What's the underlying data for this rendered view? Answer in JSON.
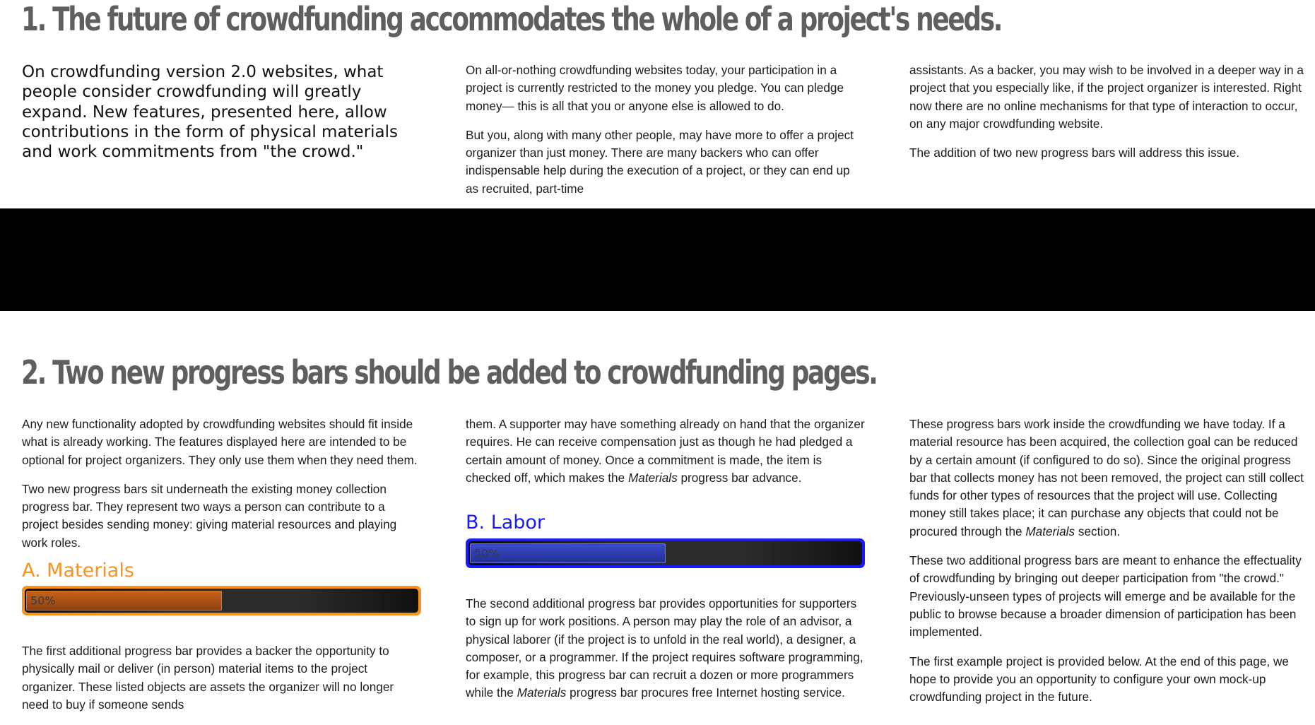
{
  "section1": {
    "title": "1. The future of crowdfunding accommodates the whole of a project's needs.",
    "lead": "On crowdfunding version 2.0 websites, what people consider crowdfunding will greatly expand. New features, presented here, allow contributions in the form of physical materials and work commitments from \"the crowd.\"",
    "col2": [
      "On all-or-nothing crowdfunding websites today, your participation in a project is currently restricted to the money you pledge. You can pledge money— this is all that you or anyone else is allowed to do.",
      "But you, along with many other people, may have more to offer a project organizer than just money. There are many backers who can offer indispensable help during the execution of a project, or they can end up as recruited, part-time"
    ],
    "col3": [
      "assistants. As a backer, you may wish to be involved in a deeper way in a project that you especially like, if the project organizer is interested. Right now there are no online mechanisms for that type of interaction to occur, on any major crowdfunding website.",
      "The addition of two new progress bars will address this issue."
    ]
  },
  "section2": {
    "title": "2. Two new progress bars should be added to crowdfunding pages.",
    "col1": {
      "p1": "Any new functionality adopted by crowdfunding websites should fit inside what is already working. The features displayed here are intended to be optional for project organizers. They only use them when they need them.",
      "p2": "Two new progress bars sit underneath the existing money collection progress bar. They represent two ways a person can contribute to a project besides sending money: giving material resources and playing work roles.",
      "materials_heading": "A. Materials",
      "p3": "The first additional progress bar provides a backer the opportunity to physically mail or deliver (in person) material items to the project organizer. These listed objects are assets the organizer will no longer need to buy if someone sends"
    },
    "col2": {
      "p1_before": "them. A supporter may have something already on hand that the organizer requires. He can receive compensation just as though he had pledged a certain amount of money. Once a commitment is made, the item is checked off, which makes the ",
      "p1_em": "Materials",
      "p1_after": " progress bar advance.",
      "labor_heading": "B. Labor",
      "p2_before": "The second additional progress bar provides opportunities for supporters to sign up for work positions. A person may play the role of an advisor, a physical laborer (if the project is to unfold in the real world), a designer, a composer, or a programmer. If the project requires software programming, for example, this progress bar can recruit a dozen or more programmers while the ",
      "p2_em": "Materials",
      "p2_after": " progress bar procures free Internet hosting service."
    },
    "col3": {
      "p1_before": "These progress bars work inside the crowdfunding we have today. If a material resource has been acquired, the collection goal can be reduced by a certain amount (if configured to do so). Since the original progress bar that collects money has not been removed, the project can still collect funds for other types of resources that the project will use. Collecting money still takes place; it can purchase any objects that could not be procured through the ",
      "p1_em": "Materials",
      "p1_after": " section.",
      "p2": "These two additional progress bars are meant to enhance the effectuality of crowdfunding by bringing out deeper participation from \"the crowd.\" Previously-unseen types of projects will emerge and be available for the public to browse because a broader dimension of participation has been implemented.",
      "p3": "The first example project is provided below. At the end of this page, we hope to provide you an opportunity to configure your own mock-up crowdfunding project in the future."
    }
  },
  "materials_bar": {
    "percent": 50,
    "label": "50%",
    "color": "#f7931e",
    "fill": "#a34d12"
  },
  "labor_bar": {
    "percent": 50,
    "label": "50%",
    "color": "#1a1aff",
    "fill": "#2f3fb5"
  },
  "colors": {
    "heading": "#5f5f5f",
    "materials": "#f7931e",
    "labor": "#1a1aff",
    "band": "#000000"
  }
}
